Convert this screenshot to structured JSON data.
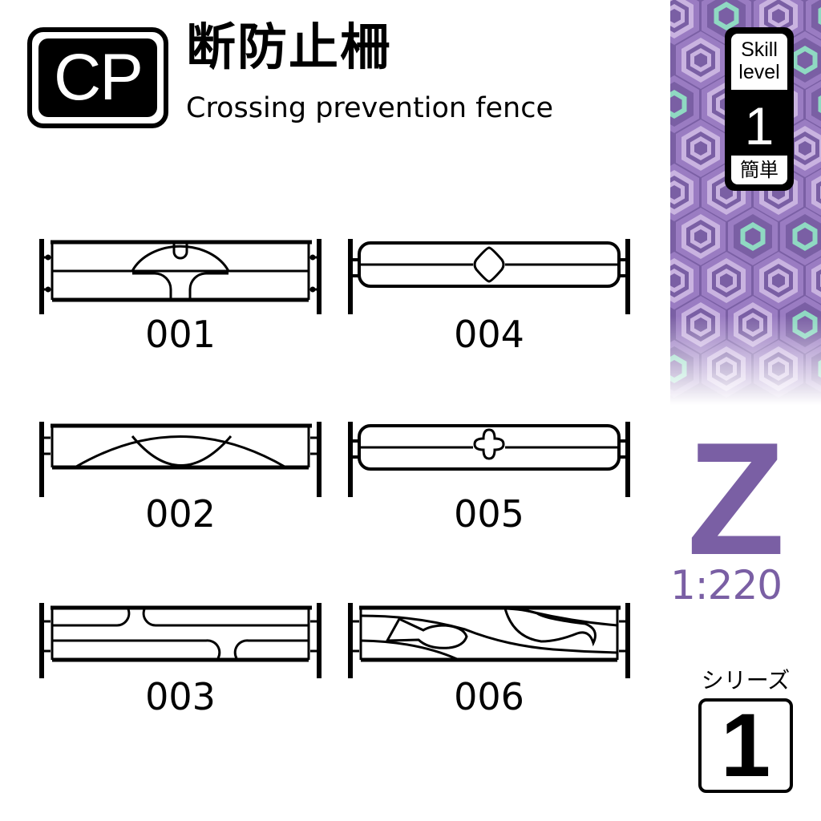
{
  "header": {
    "logo_text": "CP",
    "title_jp": "断防止柵",
    "title_en": "Crossing prevention fence"
  },
  "skill": {
    "label_line1": "Skill",
    "label_line2": "level",
    "level": "1",
    "difficulty_jp": "簡単"
  },
  "scale": {
    "gauge": "Z",
    "ratio": "1:220"
  },
  "series": {
    "label": "シリーズ",
    "number": "1"
  },
  "colors": {
    "accent_purple": "#7a5fa4",
    "hex_light": "#c9b3e0",
    "hex_mid": "#9a7cc2",
    "hex_mint": "#8fd9c2",
    "ink": "#000000"
  },
  "fences": [
    {
      "id": "001",
      "label": "001",
      "style": "arch-with-notch"
    },
    {
      "id": "002",
      "label": "002",
      "style": "double-arc"
    },
    {
      "id": "003",
      "label": "003",
      "style": "offset-t-bars"
    },
    {
      "id": "004",
      "label": "004",
      "style": "rounded-rail-diamond"
    },
    {
      "id": "005",
      "label": "005",
      "style": "rounded-rail-cross"
    },
    {
      "id": "006",
      "label": "006",
      "style": "fish-and-wave"
    }
  ]
}
